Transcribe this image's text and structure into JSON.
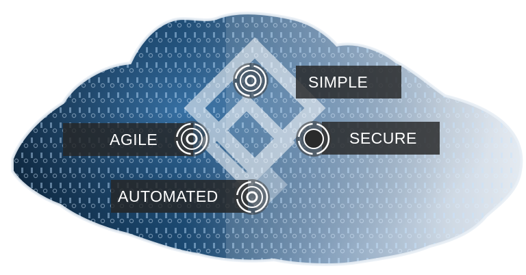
{
  "labels": {
    "simple": "SIMPLE",
    "agile": "AGILE",
    "secure": "SECURE",
    "automated": "AUTOMATED"
  },
  "colors": {
    "cloud_dark": "#0d2a44",
    "cloud_blue": "#3f74a8",
    "cloud_light": "#c9d7e6",
    "label_bar": "#262626",
    "label_text": "#ffffff",
    "ring": "#ffffff"
  },
  "icons": {
    "logo": "diamond-logo-icon",
    "ring": "concentric-ring-icon"
  }
}
